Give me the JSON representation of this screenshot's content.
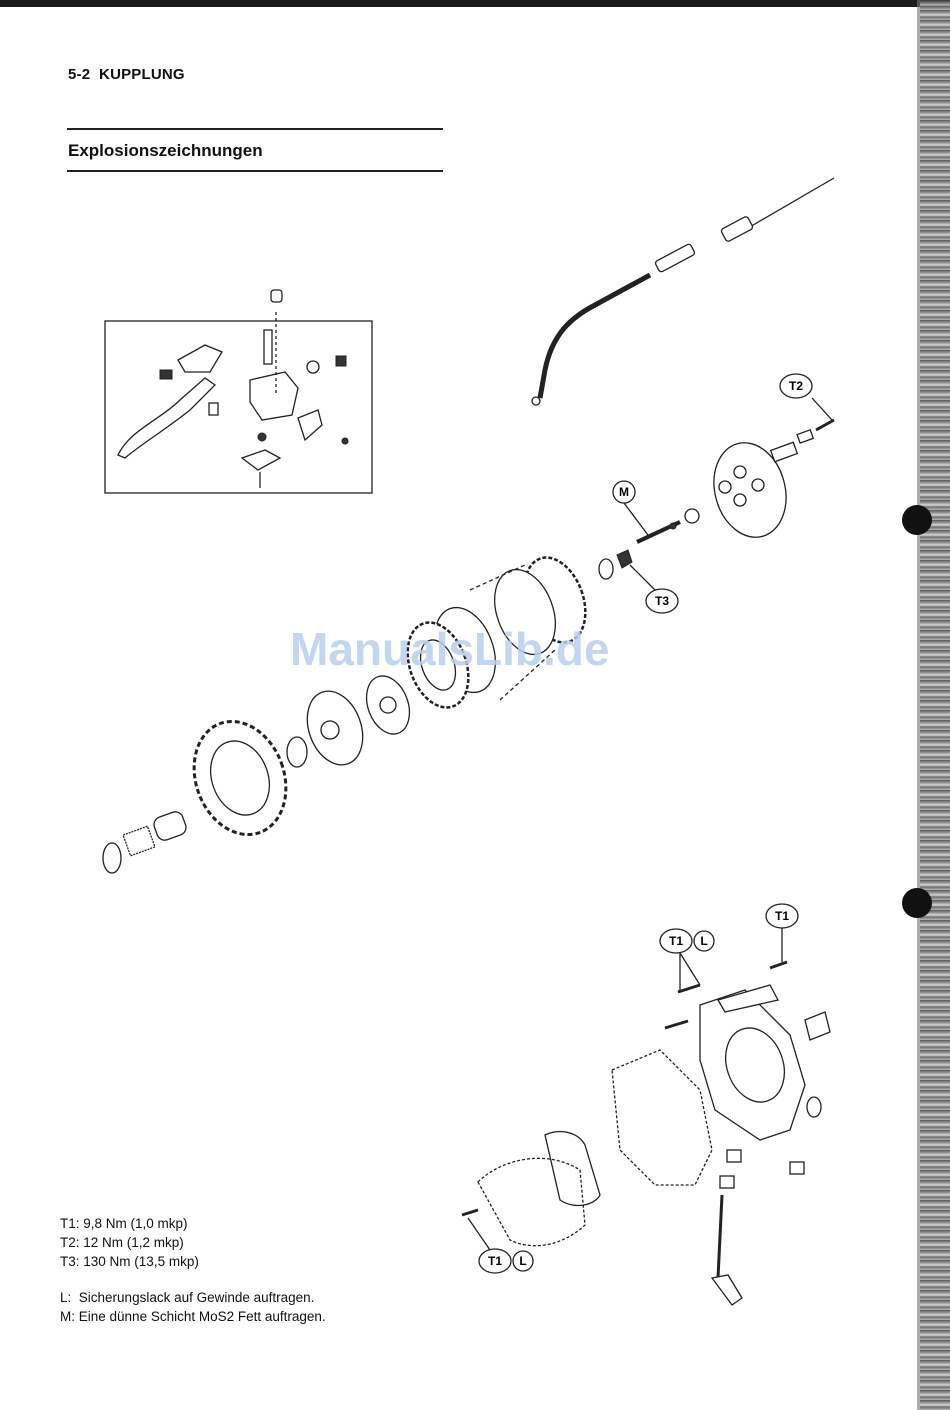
{
  "header": {
    "section_number": "5-2",
    "title": "KUPPLUNG"
  },
  "section_title": "Explosionszeichnungen",
  "watermark": "ManualsLib.de",
  "callouts": {
    "t1": "T1",
    "t2": "T2",
    "t3": "T3",
    "m": "M",
    "l": "L"
  },
  "torque_specs": [
    {
      "label": "T1:",
      "value": "9,8 Nm (1,0 mkp)"
    },
    {
      "label": "T2:",
      "value": "12 Nm (1,2 mkp)"
    },
    {
      "label": "T3:",
      "value": "130 Nm (13,5 mkp)"
    }
  ],
  "notes": [
    {
      "label": "L:",
      "text": "Sicherungslack auf Gewinde auftragen."
    },
    {
      "label": "M:",
      "text": "Eine dünne Schicht MoS2 Fett auftragen."
    }
  ]
}
